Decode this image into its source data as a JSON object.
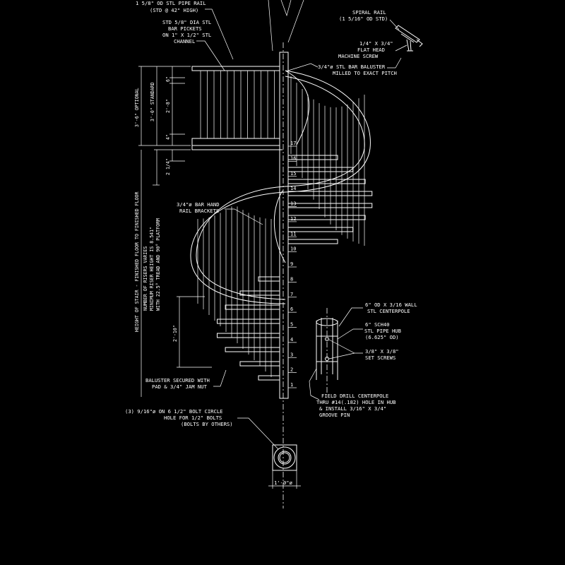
{
  "labels": {
    "pipe_rail": "1 5/8\" OD STL PIPE RAIL",
    "pipe_rail_std": "(STD @ 42\" HIGH)",
    "pickets_l1": "STD 5/8\" DIA STL",
    "pickets_l2": "BAR PICKETS",
    "pickets_l3": "ON 1\" X 1/2\" STL",
    "pickets_l4": "CHANNEL",
    "spiral_rail_l1": "SPIRAL RAIL",
    "spiral_rail_l2": "(1 5/16\" OD STD)",
    "screw_l1": "1/4\" X 3/4\"",
    "screw_l2": "FLAT HEAD",
    "screw_l3": "MACHINE SCREW",
    "baluster_l1": "3/4\"ø STL BAR BALUSTER",
    "baluster_l2": "MILLED TO EXACT PITCH",
    "brackets_l1": "3/4\"ø BAR HAND",
    "brackets_l2": "RAIL BRACKETS",
    "centerpole_l1": "6\" OD X 3/16 WALL",
    "centerpole_l2": "STL CENTERPOLE",
    "hub_l1": "6\" SCH40",
    "hub_l2": "STL PIPE HUB",
    "hub_l3": "(6.625\" OD)",
    "setscrew_l1": "3/8\" X 3/8\"",
    "setscrew_l2": "SET SCREWS",
    "drill_l1": "FIELD DRILL CENTERPOLE",
    "drill_l2": "THRU #14(.182) HOLE IN HUB",
    "drill_l3": "& INSTALL 3/16\" X 3/4\"",
    "drill_l4": "GROOVE PIN",
    "secured_l1": "BALUSTER SECURED WITH",
    "secured_l2": "PAD & 3/4\" JAM NUT",
    "bolt_l1": "(3) 9/16\"ø ON 6 1/2\" BOLT CIRCLE",
    "bolt_l2": "HOLE FOR 1/2\" BOLTS",
    "bolt_l3": "(BOLTS BY OTHERS)",
    "height_label": "HEIGHT OF STAIR - FINISHED FLOOR TO FINISHED FLOOR",
    "risers_l1": "NUMBER OF RISERS VARIES",
    "risers_l2": "MINIMUM RISER HEIGHT IS 8.541\"",
    "risers_l3": "WITH 22.5° TREAD AND 90° PLATFORM"
  },
  "dimensions": {
    "optional": "3'-6\" OPTIONAL",
    "standard": "3'-0\" STANDARD",
    "dim_top": "6\"",
    "dim_mid": "2'-8\"",
    "dim_bot": "4\"",
    "dim_gap": "2 1/4\"",
    "dim_lower": "2'-10\"",
    "base_width": "1'-0\"ø"
  },
  "riser_numbers": [
    "1",
    "2",
    "3",
    "4",
    "5",
    "6",
    "7",
    "8",
    "9",
    "10",
    "11",
    "12",
    "13",
    "14",
    "15",
    "16",
    "17"
  ]
}
